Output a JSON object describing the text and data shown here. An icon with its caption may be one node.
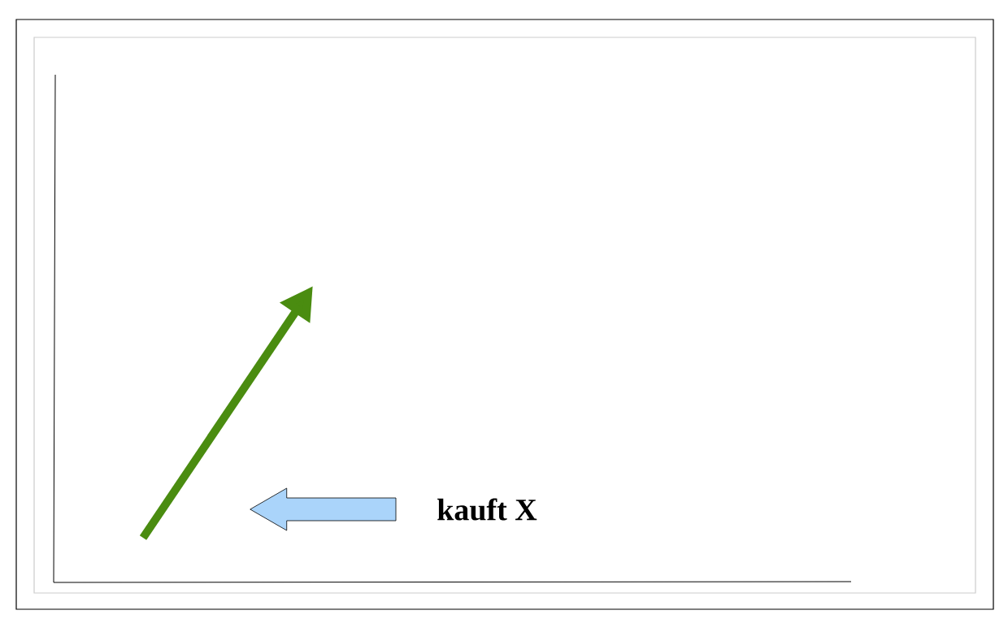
{
  "diagram": {
    "nodes": [
      {
        "text": [
          "kauft X"
        ]
      },
      {
        "text": [],
        "shape": "arrow"
      }
    ],
    "edges": [
      {
        "from": 0,
        "to": 1,
        "arrow": "to"
      }
    ]
  }
}
